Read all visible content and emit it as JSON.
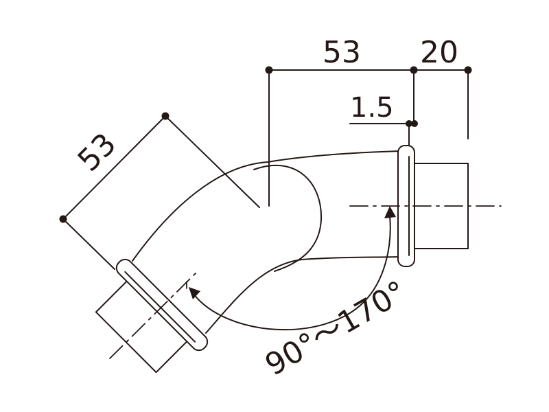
{
  "dimensions": {
    "top_length": "53",
    "top_right": "20",
    "clearance": "1.5",
    "arm_length": "53",
    "angle_range": "90°〜170°"
  },
  "colors": {
    "ink": "#231815",
    "background": "#ffffff"
  }
}
